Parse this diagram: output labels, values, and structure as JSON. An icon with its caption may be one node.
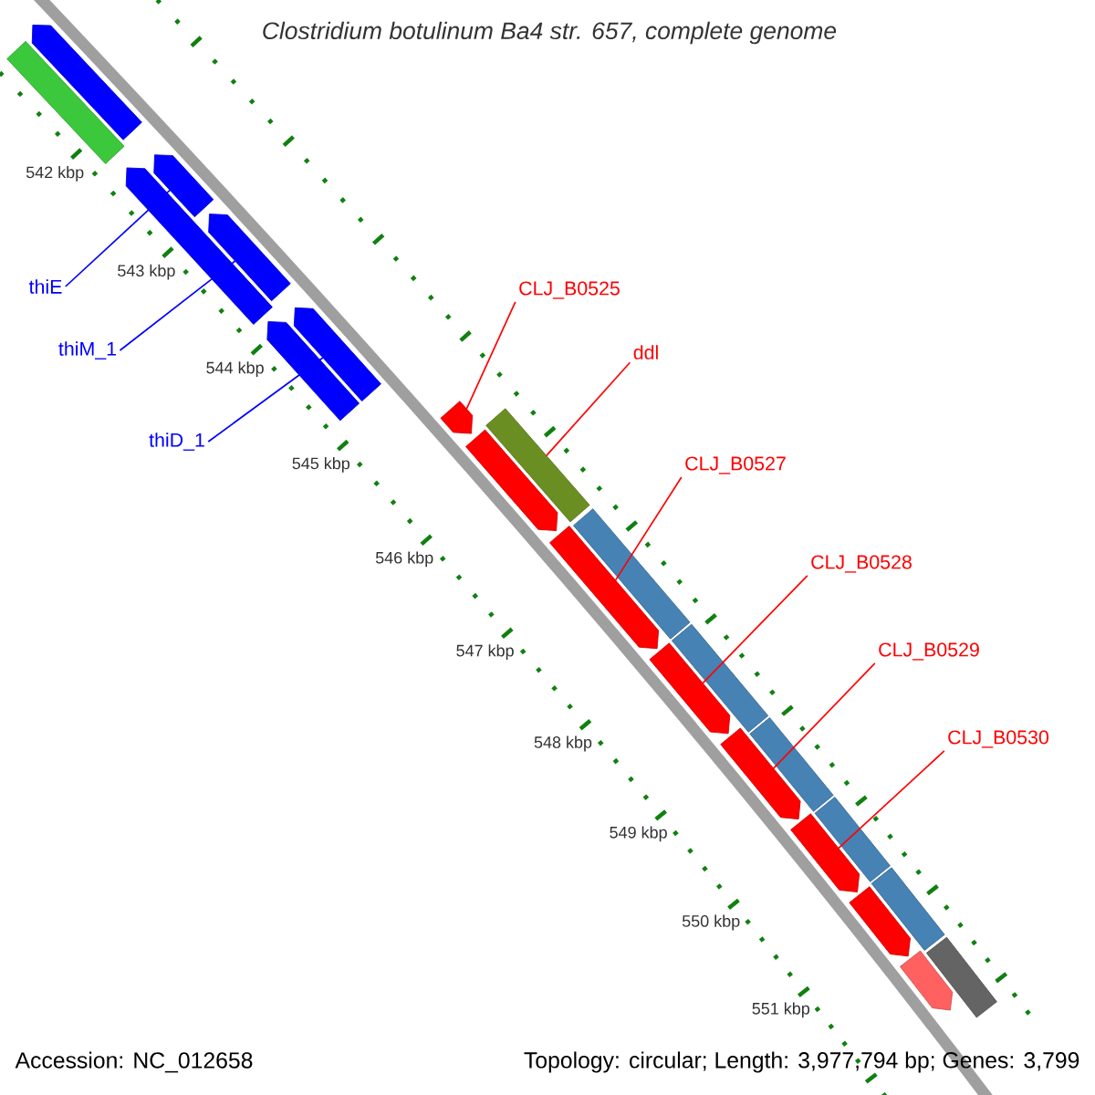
{
  "diagram": {
    "title": "Clostridium botulinum Ba4 str. 657, complete genome",
    "nodes": [
      {
        "text": [
          "thiE"
        ]
      },
      {
        "text": [
          "thiM_1"
        ]
      },
      {
        "text": [
          "thiD_1"
        ]
      },
      {
        "text": [
          "CLJ_B0525"
        ]
      },
      {
        "text": [
          "ddl"
        ]
      },
      {
        "text": [
          "CLJ_B0527"
        ]
      },
      {
        "text": [
          "CLJ_B0528"
        ]
      },
      {
        "text": [
          "CLJ_B0529"
        ]
      },
      {
        "text": [
          "CLJ_B0530"
        ]
      },
      {
        "text": [],
        "shape": "bar"
      },
      {
        "text": [],
        "shape": "arrow"
      },
      {
        "text": [],
        "shape": "arrow"
      },
      {
        "text": [],
        "shape": "arrow"
      },
      {
        "text": [],
        "shape": "arrow"
      },
      {
        "text": [],
        "shape": "arrow"
      },
      {
        "text": [],
        "shape": "arrow"
      },
      {
        "text": [],
        "shape": "arrow"
      },
      {
        "text": [],
        "shape": "bar"
      },
      {
        "text": [],
        "shape": "arrow"
      },
      {
        "text": [],
        "shape": "arrow"
      },
      {
        "text": [],
        "shape": "bar"
      },
      {
        "text": [],
        "shape": "arrow"
      },
      {
        "text": [],
        "shape": "bar"
      },
      {
        "text": [],
        "shape": "arrow"
      },
      {
        "text": [],
        "shape": "bar"
      },
      {
        "text": [],
        "shape": "arrow"
      },
      {
        "text": [],
        "shape": "bar"
      },
      {
        "text": [],
        "shape": "arrow"
      },
      {
        "text": [],
        "shape": "bar"
      },
      {
        "text": [],
        "shape": "bar"
      },
      {
        "text": [],
        "shape": "arrow"
      }
    ],
    "edges": [
      {
        "from": 0,
        "to": 12,
        "arrow": "none",
        "color": "#0000ff"
      },
      {
        "from": 1,
        "to": 13,
        "arrow": "none",
        "color": "#0000ff"
      },
      {
        "from": 2,
        "to": 15,
        "arrow": "none",
        "color": "#0000ff"
      },
      {
        "from": 3,
        "to": 16,
        "arrow": "none"
      },
      {
        "from": 4,
        "to": 17,
        "arrow": "none"
      },
      {
        "from": 5,
        "to": 19,
        "arrow": "none"
      },
      {
        "from": 6,
        "to": 21,
        "arrow": "none"
      },
      {
        "from": 7,
        "to": 23,
        "arrow": "none"
      },
      {
        "from": 8,
        "to": 25,
        "arrow": "none"
      }
    ],
    "labels": [
      "542 kbp",
      "543 kbp",
      "544 kbp",
      "545 kbp",
      "546 kbp",
      "547 kbp",
      "548 kbp",
      "549 kbp",
      "550 kbp",
      "551 kbp",
      "Accession: NC_012658",
      "Topology: circular; Length: 3,977,794 bp; Genes: 3,799"
    ]
  }
}
